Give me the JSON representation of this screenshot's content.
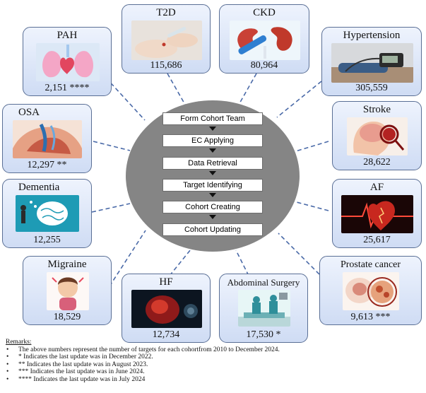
{
  "process_steps": [
    "Form Cohort Team",
    "EC Applying",
    "Data Retrieval",
    "Target Identifying",
    "Cohort Creating",
    "Cohort Updating"
  ],
  "cohorts": [
    {
      "id": "t2d",
      "title": "T2D",
      "count": "115,686",
      "image": "diabetes-testing-icon"
    },
    {
      "id": "ckd",
      "title": "CKD",
      "count": "80,964",
      "image": "kidney-icon"
    },
    {
      "id": "hypertension",
      "title": "Hypertension",
      "count": "305,559",
      "image": "blood-pressure-icon"
    },
    {
      "id": "stroke",
      "title": "Stroke",
      "count": "28,622",
      "image": "brain-stroke-icon"
    },
    {
      "id": "af",
      "title": "AF",
      "count": "25,617",
      "image": "heart-ecg-icon"
    },
    {
      "id": "prostate",
      "title": "Prostate  cancer",
      "count": "9,613 ***",
      "image": "prostate-icon"
    },
    {
      "id": "abdominal",
      "title": "Abdominal Surgery",
      "count": "17,530 *",
      "image": "surgery-icon"
    },
    {
      "id": "hf",
      "title": "HF",
      "count": "12,734",
      "image": "heart-failure-icon"
    },
    {
      "id": "migraine",
      "title": "Migraine",
      "count": "18,529",
      "image": "headache-icon"
    },
    {
      "id": "dementia",
      "title": "Dementia",
      "count": "12,255",
      "image": "dementia-brain-icon"
    },
    {
      "id": "osa",
      "title": "OSA",
      "count": "12,297 **",
      "image": "sleep-apnea-icon"
    },
    {
      "id": "pah",
      "title": "PAH",
      "count": "2,151 ****",
      "image": "lungs-heart-icon"
    }
  ],
  "remarks": {
    "title": "Remarks:",
    "items": [
      "The above numbers represent the number of targets for each cohortfrom 2010 to December 2024.",
      "* Indicates the last update was in December 2022.",
      "** Indicates the last update was in August 2023.",
      "*** Indicates the last update was in June 2024.",
      "**** Indicates the last update was in July 2024"
    ]
  },
  "colors": {
    "hub": "#858585",
    "connector": "#4a6aa8",
    "card_border": "#5a6f95",
    "card_fill_top": "#eef3fd",
    "card_fill_bottom": "#cfdcf4"
  }
}
